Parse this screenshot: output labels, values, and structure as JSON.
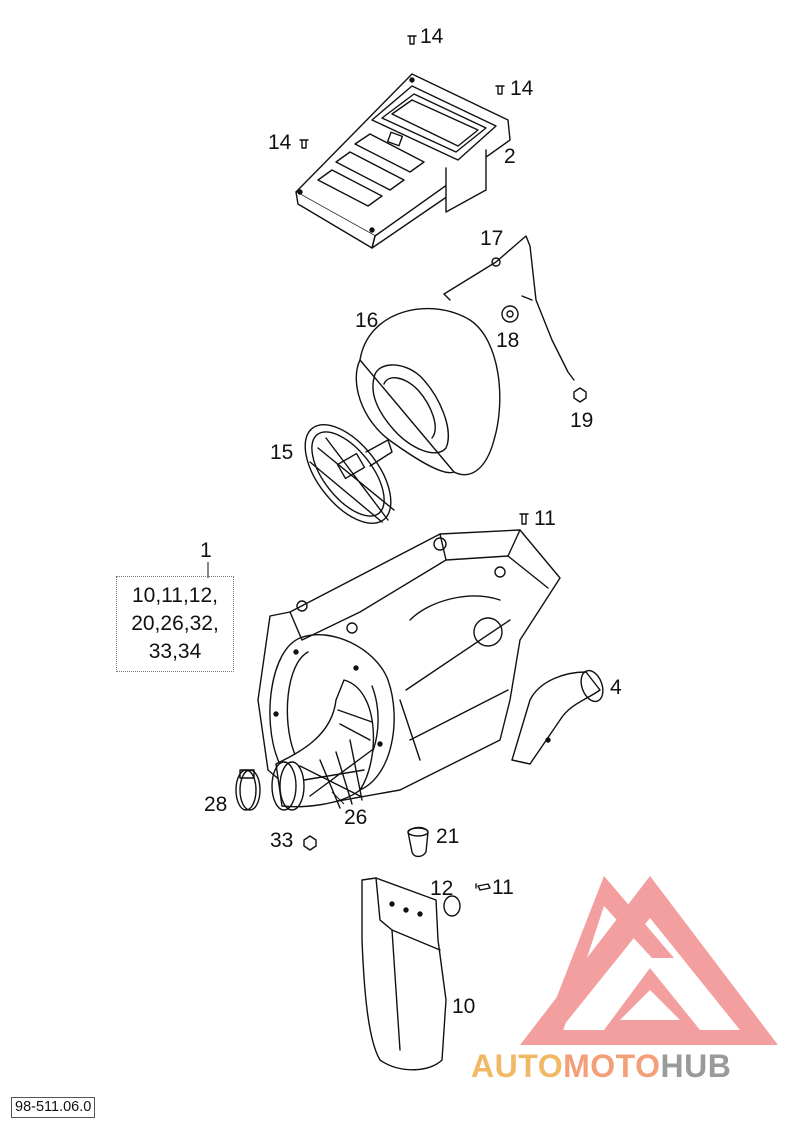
{
  "diagram": {
    "labels": {
      "p14a": "14",
      "p14b": "14",
      "p14c": "14",
      "p2": "2",
      "p17": "17",
      "p18": "18",
      "p19": "19",
      "p16": "16",
      "p15": "15",
      "p11a": "11",
      "p1": "1",
      "p4": "4",
      "p28": "28",
      "p26": "26",
      "p33": "33",
      "p21": "21",
      "p12": "12",
      "p11b": "11",
      "p10": "10"
    },
    "kit_contents": [
      "10,11,12,",
      "20,26,32,",
      "33,34"
    ],
    "reference_code": "98-511.06.0"
  },
  "watermark": {
    "brand_part1": "AUTO",
    "brand_part2": "MOTO",
    "brand_part3": "HUB",
    "colors": {
      "triangle": "#f07f7f",
      "auto": "#f1b865",
      "moto": "#f3a07a",
      "hub": "#9a9a9a"
    }
  }
}
